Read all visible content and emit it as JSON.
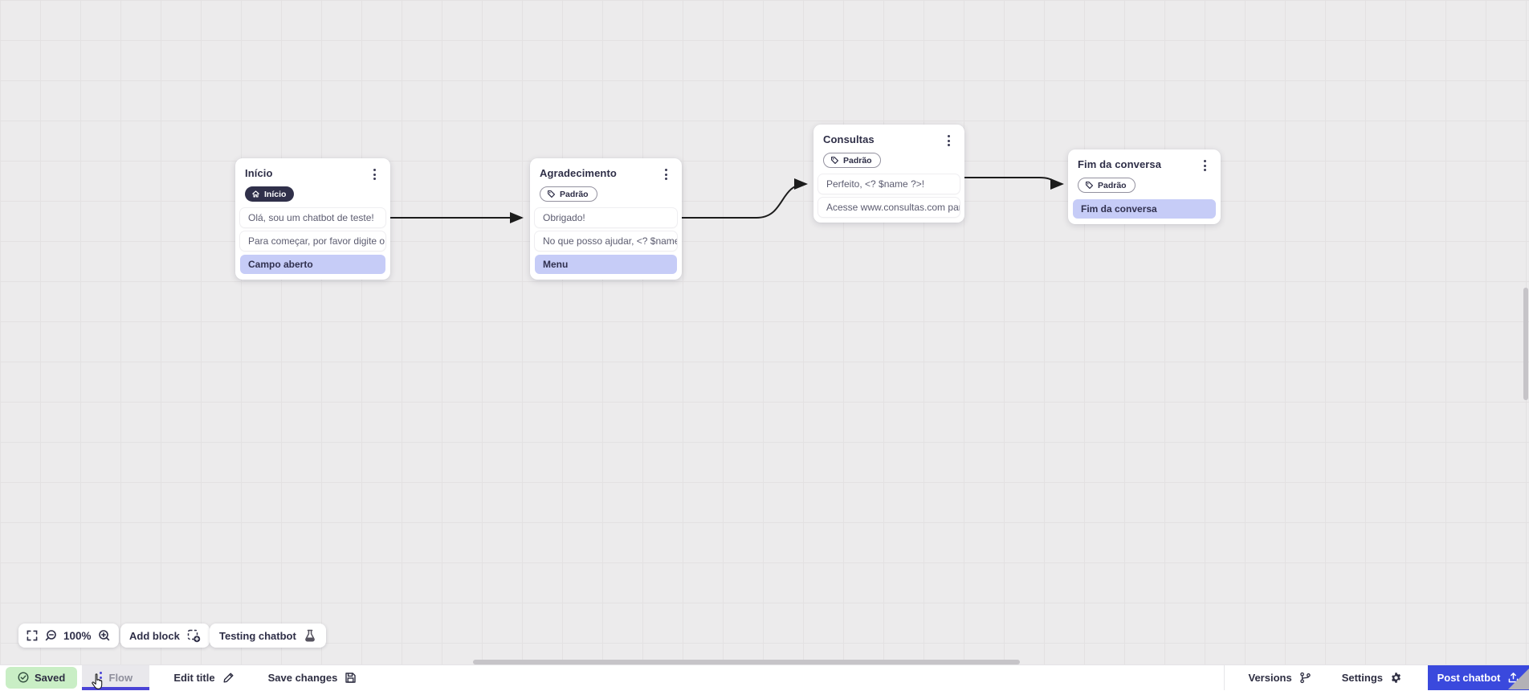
{
  "canvas": {
    "zoom_level": "100%",
    "nodes": [
      {
        "title": "Início",
        "badge": {
          "label": "Início",
          "icon": "home-icon",
          "style": "dark"
        },
        "rows": [
          {
            "text": "Olá, sou um chatbot de teste!",
            "variant": "message"
          },
          {
            "text": "Para começar, por favor digite o ...",
            "variant": "message"
          },
          {
            "text": "Campo aberto",
            "variant": "action"
          }
        ]
      },
      {
        "title": "Agradecimento",
        "badge": {
          "label": "Padrão",
          "icon": "tag-icon",
          "style": "outline"
        },
        "rows": [
          {
            "text": "Obrigado!",
            "variant": "message"
          },
          {
            "text": "No que posso ajudar, <? $name ...",
            "variant": "message"
          },
          {
            "text": "Menu",
            "variant": "action"
          }
        ]
      },
      {
        "title": "Consultas",
        "badge": {
          "label": "Padrão",
          "icon": "tag-icon",
          "style": "outline"
        },
        "rows": [
          {
            "text": "Perfeito, <? $name ?>!",
            "variant": "message"
          },
          {
            "text": "Acesse www.consultas.com par...",
            "variant": "message"
          }
        ]
      },
      {
        "title": "Fim da conversa",
        "badge": {
          "label": "Padrão",
          "icon": "tag-icon",
          "style": "outline"
        },
        "rows": [
          {
            "text": "Fim da conversa",
            "variant": "action"
          }
        ]
      }
    ]
  },
  "toolbar": {
    "zoom_level": "100%",
    "add_block_label": "Add block",
    "testing_label": "Testing chatbot"
  },
  "statusbar": {
    "saved_label": "Saved",
    "flow_tab_label": "Flow",
    "edit_title_label": "Edit title",
    "save_changes_label": "Save changes",
    "versions_label": "Versions",
    "settings_label": "Settings",
    "post_chatbot_label": "Post chatbot"
  },
  "colors": {
    "accent_indigo": "#4a43d6",
    "post_button_blue": "#3a49dd",
    "saved_green_bg": "#c9eec5",
    "action_row_lavender": "#c6ccf7",
    "dark_badge_bg": "#30304a",
    "canvas_bg": "#ecebec",
    "connector": "#1c1c1c"
  }
}
